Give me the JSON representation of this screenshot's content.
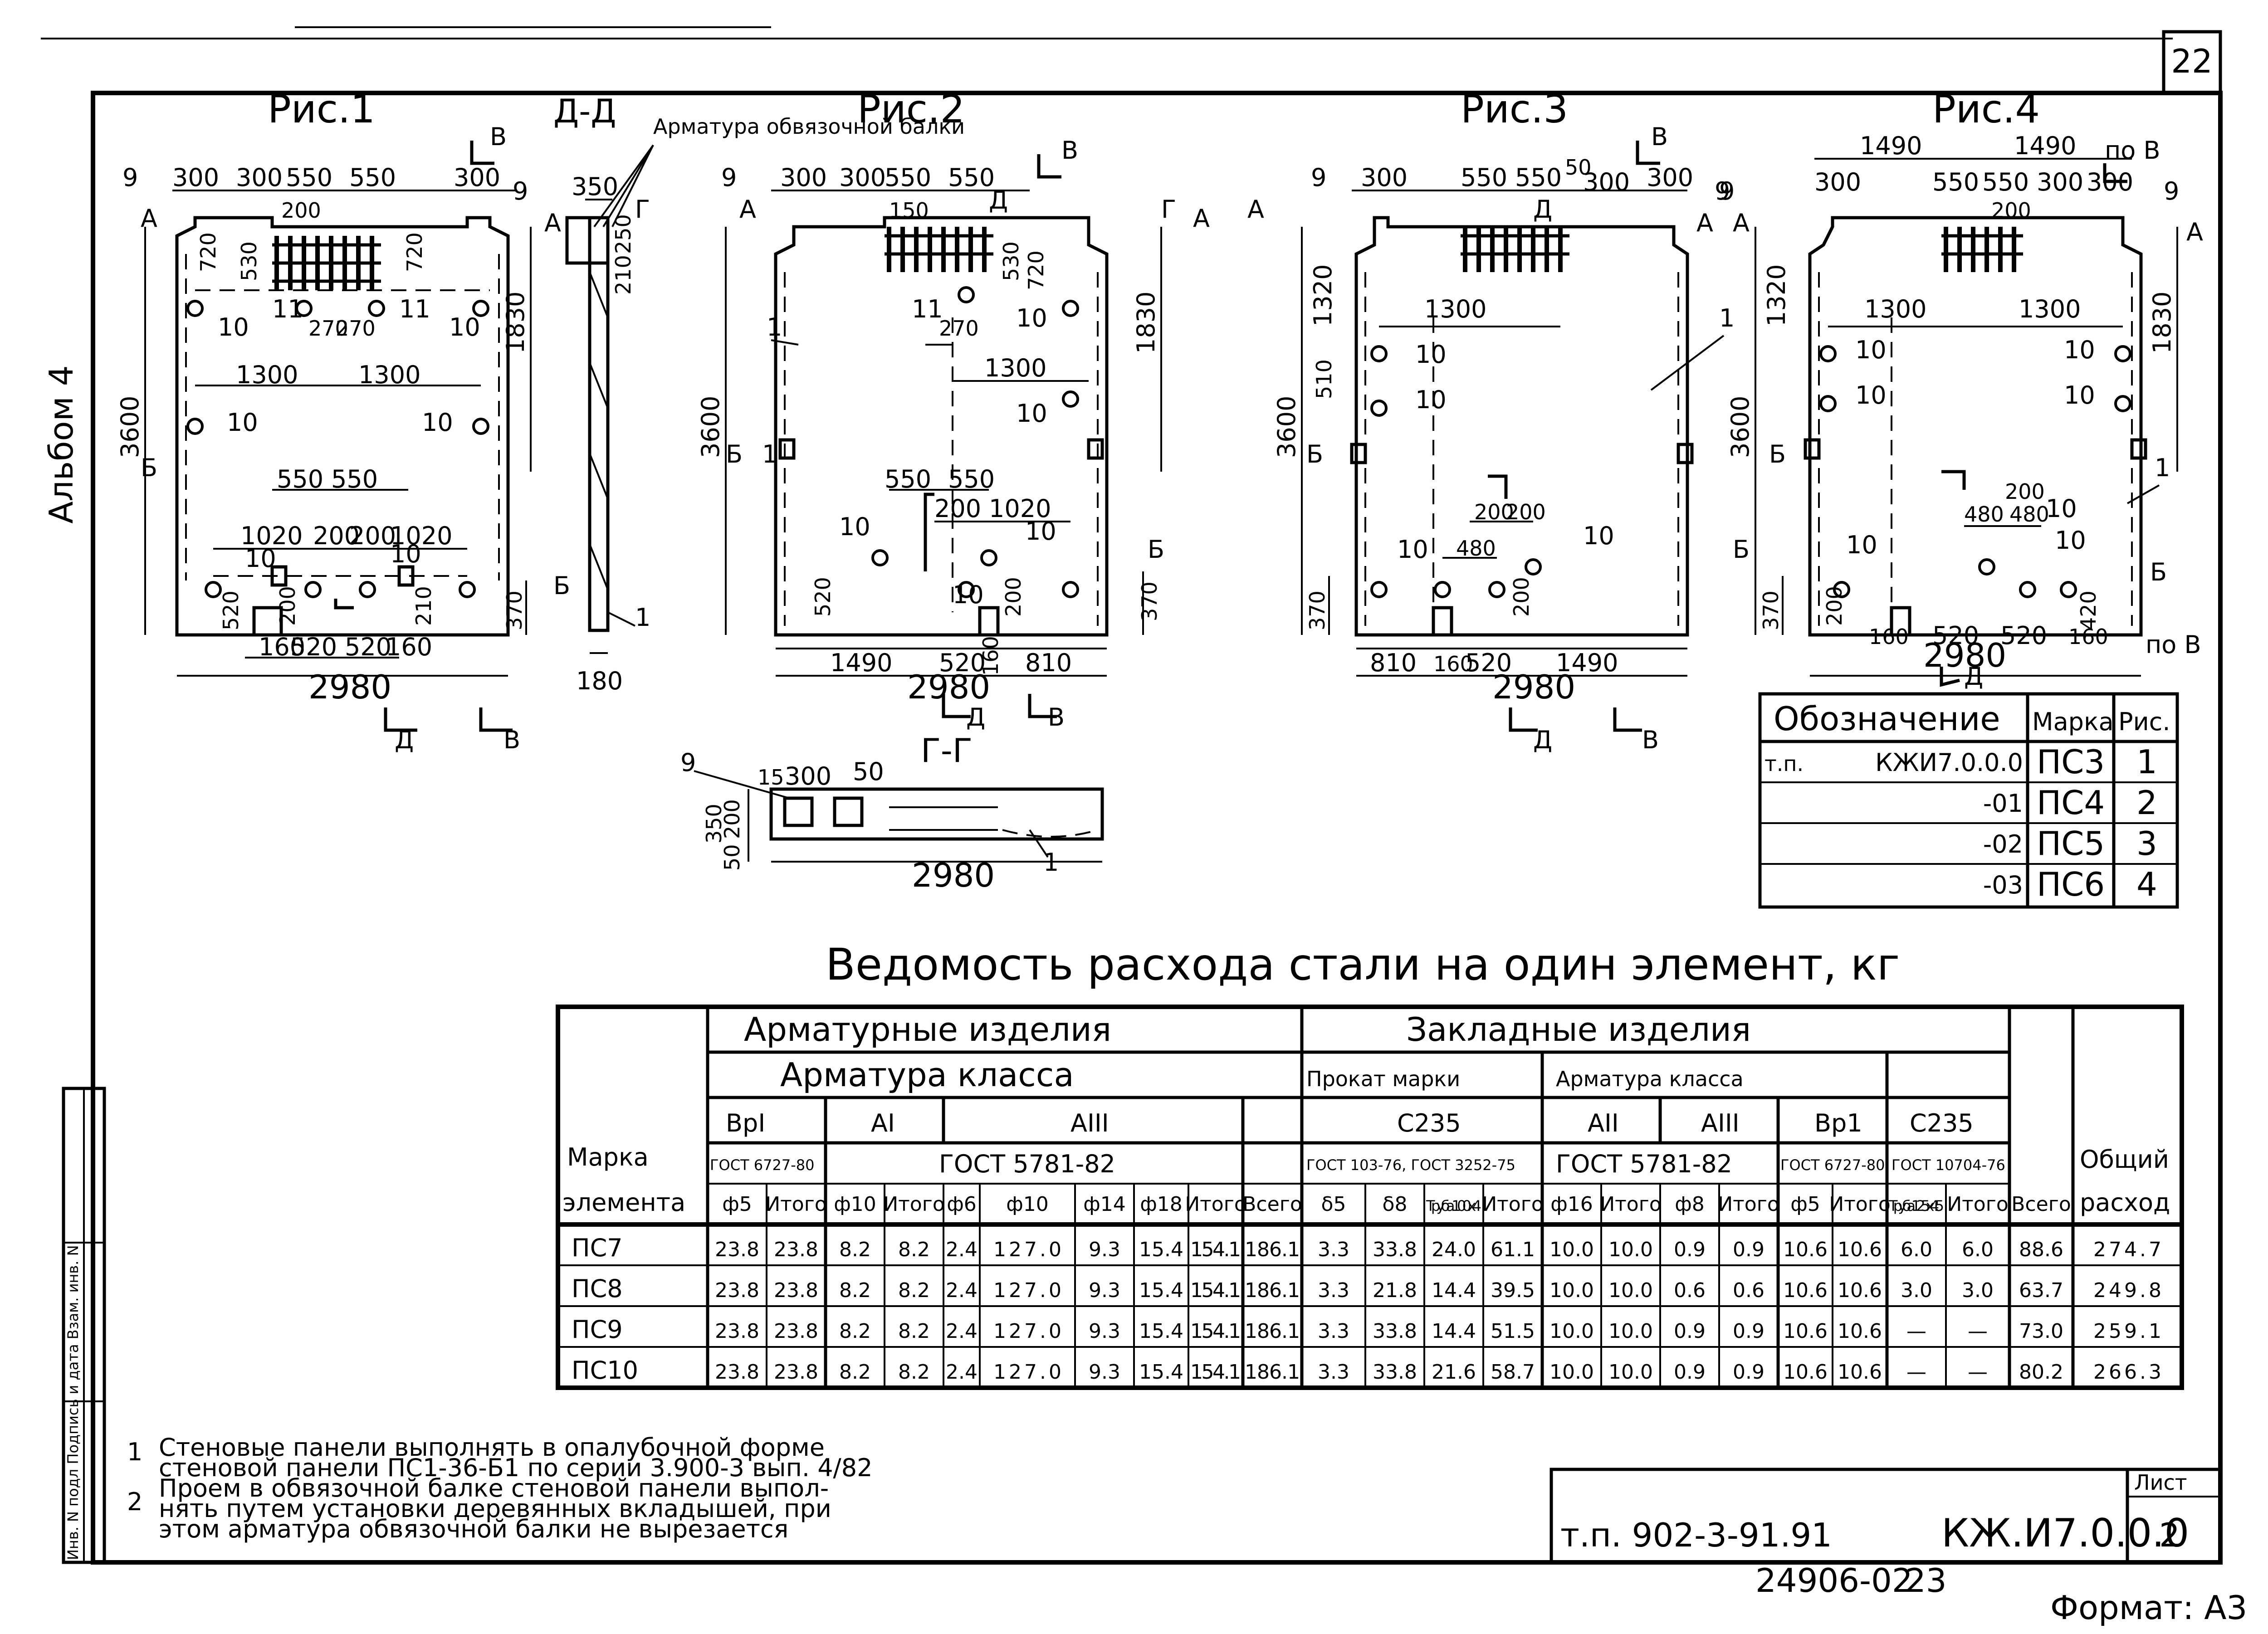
{
  "sheet": {
    "page_number": "22",
    "album_label": "Альбом 4",
    "format_label": "Формат: А3",
    "code_bottom": "24906-02",
    "code_bottom_num": "23",
    "stamp_tp": "т.п. 902-3-91.91",
    "stamp_code": "КЖ.И7.0.0.0",
    "stamp_sheet_label": "Лист",
    "stamp_sheet_num": "2",
    "side_stamp": "Инв. N подл  Подпись и дата  Взам. инв. N"
  },
  "figures": {
    "fig1": "Рис.1",
    "fig2": "Рис.2",
    "fig3": "Рис.3",
    "fig4": "Рис.4",
    "section_dd": "Д-Д",
    "section_gg": "Г-Г",
    "beam_note": "Арматура обвязочной балки"
  },
  "dims": {
    "d300": "300",
    "d550": "550",
    "d200": "200",
    "d720": "720",
    "d530": "530",
    "d1830": "1830",
    "d3600": "3600",
    "d1300": "1300",
    "d1020": "1020",
    "d520": "520",
    "d160": "160",
    "d2980": "2980",
    "d370": "370",
    "d210": "210",
    "d350": "350",
    "d180": "180",
    "d250": "250",
    "d1490": "1490",
    "d810": "810",
    "d1320": "1320",
    "d510": "510",
    "d480": "480",
    "d420": "420",
    "d15": "15",
    "d50": "50",
    "d270": "270",
    "m1": "1",
    "m9": "9",
    "m10": "10",
    "m11": "11",
    "sA": "А",
    "sB": "Б",
    "sV": "В",
    "sG": "Г",
    "sD": "Д",
    "poV": "по В"
  },
  "legend": {
    "headers": [
      "Обозначение",
      "Марка",
      "Рис."
    ],
    "rows": [
      {
        "prefix": "т.п.",
        "code": "КЖИ7.0.0.0",
        "mark": "ПС3",
        "fig": "1"
      },
      {
        "prefix": "",
        "code": "-01",
        "mark": "ПС4",
        "fig": "2"
      },
      {
        "prefix": "",
        "code": "-02",
        "mark": "ПС5",
        "fig": "3"
      },
      {
        "prefix": "",
        "code": "-03",
        "mark": "ПС6",
        "fig": "4"
      }
    ]
  },
  "steel_table": {
    "title": "Ведомость расхода стали на один элемент, кг",
    "group_arm": "Арматурные изделия",
    "group_zakl": "Закладные изделия",
    "arm_class": "Арматура класса",
    "prokat": "Прокат марки",
    "arm_class2": "Арматура класса",
    "mark_label": "Марка элемента",
    "total_label": "Общий расход",
    "c_vp1": "ВрI",
    "c_a1": "АI",
    "c_a3": "АIII",
    "c_c235": "С235",
    "c_a2": "АII",
    "c_a3b": "АIII",
    "c_vp1b": "Вр1",
    "c_c235b": "С235",
    "g_6727": "ГОСТ 6727-80",
    "g_5781": "ГОСТ 5781-82",
    "g_103": "ГОСТ 103-76, ГОСТ 3252-75",
    "g_5781b": "ГОСТ 5781-82",
    "g_6727b": "ГОСТ 6727-80",
    "g_10704": "ГОСТ 10704-76",
    "sub": [
      "ф5",
      "Итого",
      "ф10",
      "Итого",
      "ф6",
      "ф10",
      "ф14",
      "ф18",
      "Итого",
      "Всего",
      "δ5",
      "δ8",
      "Труба 100x4",
      "Итого",
      "ф16",
      "Итого",
      "ф8",
      "Итого",
      "ф5",
      "Итого",
      "Труба 125x4.5",
      "Итого",
      "Всего"
    ],
    "rows": [
      {
        "mark": "ПС7",
        "v": [
          "23.8",
          "23.8",
          "8.2",
          "8.2",
          "2.4",
          "127.0",
          "9.3",
          "15.4",
          "154.1",
          "186.1",
          "3.3",
          "33.8",
          "24.0",
          "61.1",
          "10.0",
          "10.0",
          "0.9",
          "0.9",
          "10.6",
          "10.6",
          "6.0",
          "6.0",
          "88.6",
          "274.7"
        ]
      },
      {
        "mark": "ПС8",
        "v": [
          "23.8",
          "23.8",
          "8.2",
          "8.2",
          "2.4",
          "127.0",
          "9.3",
          "15.4",
          "154.1",
          "186.1",
          "3.3",
          "21.8",
          "14.4",
          "39.5",
          "10.0",
          "10.0",
          "0.6",
          "0.6",
          "10.6",
          "10.6",
          "3.0",
          "3.0",
          "63.7",
          "249.8"
        ]
      },
      {
        "mark": "ПС9",
        "v": [
          "23.8",
          "23.8",
          "8.2",
          "8.2",
          "2.4",
          "127.0",
          "9.3",
          "15.4",
          "154.1",
          "186.1",
          "3.3",
          "33.8",
          "14.4",
          "51.5",
          "10.0",
          "10.0",
          "0.9",
          "0.9",
          "10.6",
          "10.6",
          "—",
          "—",
          "73.0",
          "259.1"
        ]
      },
      {
        "mark": "ПС10",
        "v": [
          "23.8",
          "23.8",
          "8.2",
          "8.2",
          "2.4",
          "127.0",
          "9.3",
          "15.4",
          "154.1",
          "186.1",
          "3.3",
          "33.8",
          "21.6",
          "58.7",
          "10.0",
          "10.0",
          "0.9",
          "0.9",
          "10.6",
          "10.6",
          "—",
          "—",
          "80.2",
          "266.3"
        ]
      }
    ]
  },
  "notes": {
    "n1_num": "1",
    "n1_l1": "Стеновые панели выполнять в опалубочной форме",
    "n1_l2": "стеновой панели ПС1-36-Б1 по серии 3.900-3 вып. 4/82",
    "n2_num": "2",
    "n2_l1": "Проем в обвязочной балке стеновой панели выпол-",
    "n2_l2": "нять путем установки деревянных вкладышей, при",
    "n2_l3": "этом арматура обвязочной балки не вырезается"
  }
}
